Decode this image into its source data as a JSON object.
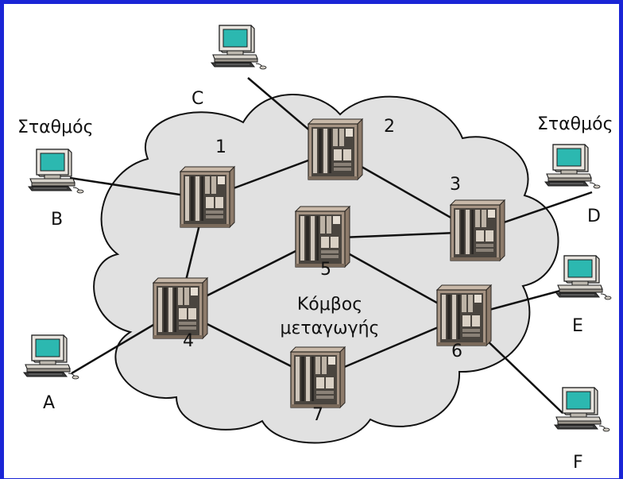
{
  "colors": {
    "frame": "#1a25d6",
    "cloud_fill": "#e1e1e1",
    "cloud_stroke": "#111111",
    "link": "#111111",
    "switch_body": "#a69484",
    "switch_front": "#4a453f",
    "monitor_screen": "#2cb8b0",
    "computer_body": "#d8d4cc"
  },
  "labels": {
    "station_left": "Σταθμός",
    "station_right": "Σταθμός",
    "node_caption_line1": "Κόμβος",
    "node_caption_line2": "μεταγωγής"
  },
  "nodes": [
    {
      "id": "1",
      "icon": "switch-icon"
    },
    {
      "id": "2",
      "icon": "switch-icon"
    },
    {
      "id": "3",
      "icon": "switch-icon"
    },
    {
      "id": "4",
      "icon": "switch-icon"
    },
    {
      "id": "5",
      "icon": "switch-icon"
    },
    {
      "id": "6",
      "icon": "switch-icon"
    },
    {
      "id": "7",
      "icon": "switch-icon"
    }
  ],
  "stations": [
    {
      "id": "A",
      "icon": "computer-icon"
    },
    {
      "id": "B",
      "icon": "computer-icon"
    },
    {
      "id": "C",
      "icon": "computer-icon"
    },
    {
      "id": "D",
      "icon": "computer-icon"
    },
    {
      "id": "E",
      "icon": "computer-icon"
    },
    {
      "id": "F",
      "icon": "computer-icon"
    }
  ],
  "links": [
    [
      "C",
      "2"
    ],
    [
      "B",
      "1"
    ],
    [
      "1",
      "2"
    ],
    [
      "1",
      "4"
    ],
    [
      "2",
      "3"
    ],
    [
      "3",
      "D"
    ],
    [
      "5",
      "3"
    ],
    [
      "5",
      "4"
    ],
    [
      "5",
      "6"
    ],
    [
      "4",
      "A"
    ],
    [
      "4",
      "7"
    ],
    [
      "7",
      "6"
    ],
    [
      "6",
      "E"
    ],
    [
      "6",
      "F"
    ]
  ]
}
